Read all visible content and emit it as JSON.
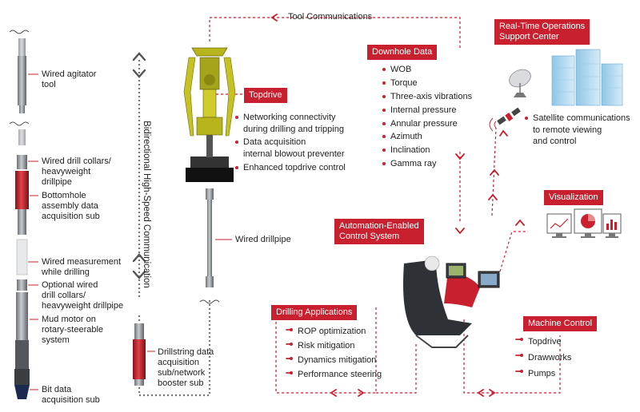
{
  "top_label": "Tool Communications",
  "vertical_label": "Bidirectional High-Speed Communication",
  "bha_labels": [
    "Wired agitator\ntool",
    "Wired drill collars/\nheavyweight\ndrillpipe",
    "Bottomhole\nassembly data\nacquisition sub",
    "Wired measurement\nwhile drilling",
    "Optional wired\ndrill collars/\nheavyweight drillpipe",
    "Mud motor on\nrotary-steerable\nsystem",
    "Bit data\nacquisition sub"
  ],
  "topdrive": {
    "title": "Topdrive",
    "items": [
      "Networking connectivity\nduring drilling and tripping",
      "Data acquisition\ninternal blowout preventer",
      "Enhanced topdrive control"
    ]
  },
  "wired_drillpipe": "Wired drillpipe",
  "booster_sub": "Drillstring data\nacquisition\nsub/network\nbooster sub",
  "downhole": {
    "title": "Downhole Data",
    "items": [
      "WOB",
      "Torque",
      "Three-axis vibrations",
      "Internal pressure",
      "Annular pressure",
      "Azimuth",
      "Inclination",
      "Gamma ray"
    ]
  },
  "rtosc": {
    "title": "Real-Time Operations\nSupport Center",
    "note": "Satellite communications\nto remote viewing\nand control"
  },
  "visualization": {
    "title": "Visualization"
  },
  "automation": {
    "title": "Automation-Enabled\nControl System"
  },
  "drilling_apps": {
    "title": "Drilling Applications",
    "items": [
      "ROP optimization",
      "Risk mitigation",
      "Dynamics mitigation",
      "Performance steering"
    ]
  },
  "machine_control": {
    "title": "Machine Control",
    "items": [
      "Topdrive",
      "Drawworks",
      "Pumps"
    ]
  },
  "colors": {
    "accent": "#c8202e",
    "topdrive_yellow": "#b8b51c",
    "pipe_grey": "#8a8d92"
  }
}
